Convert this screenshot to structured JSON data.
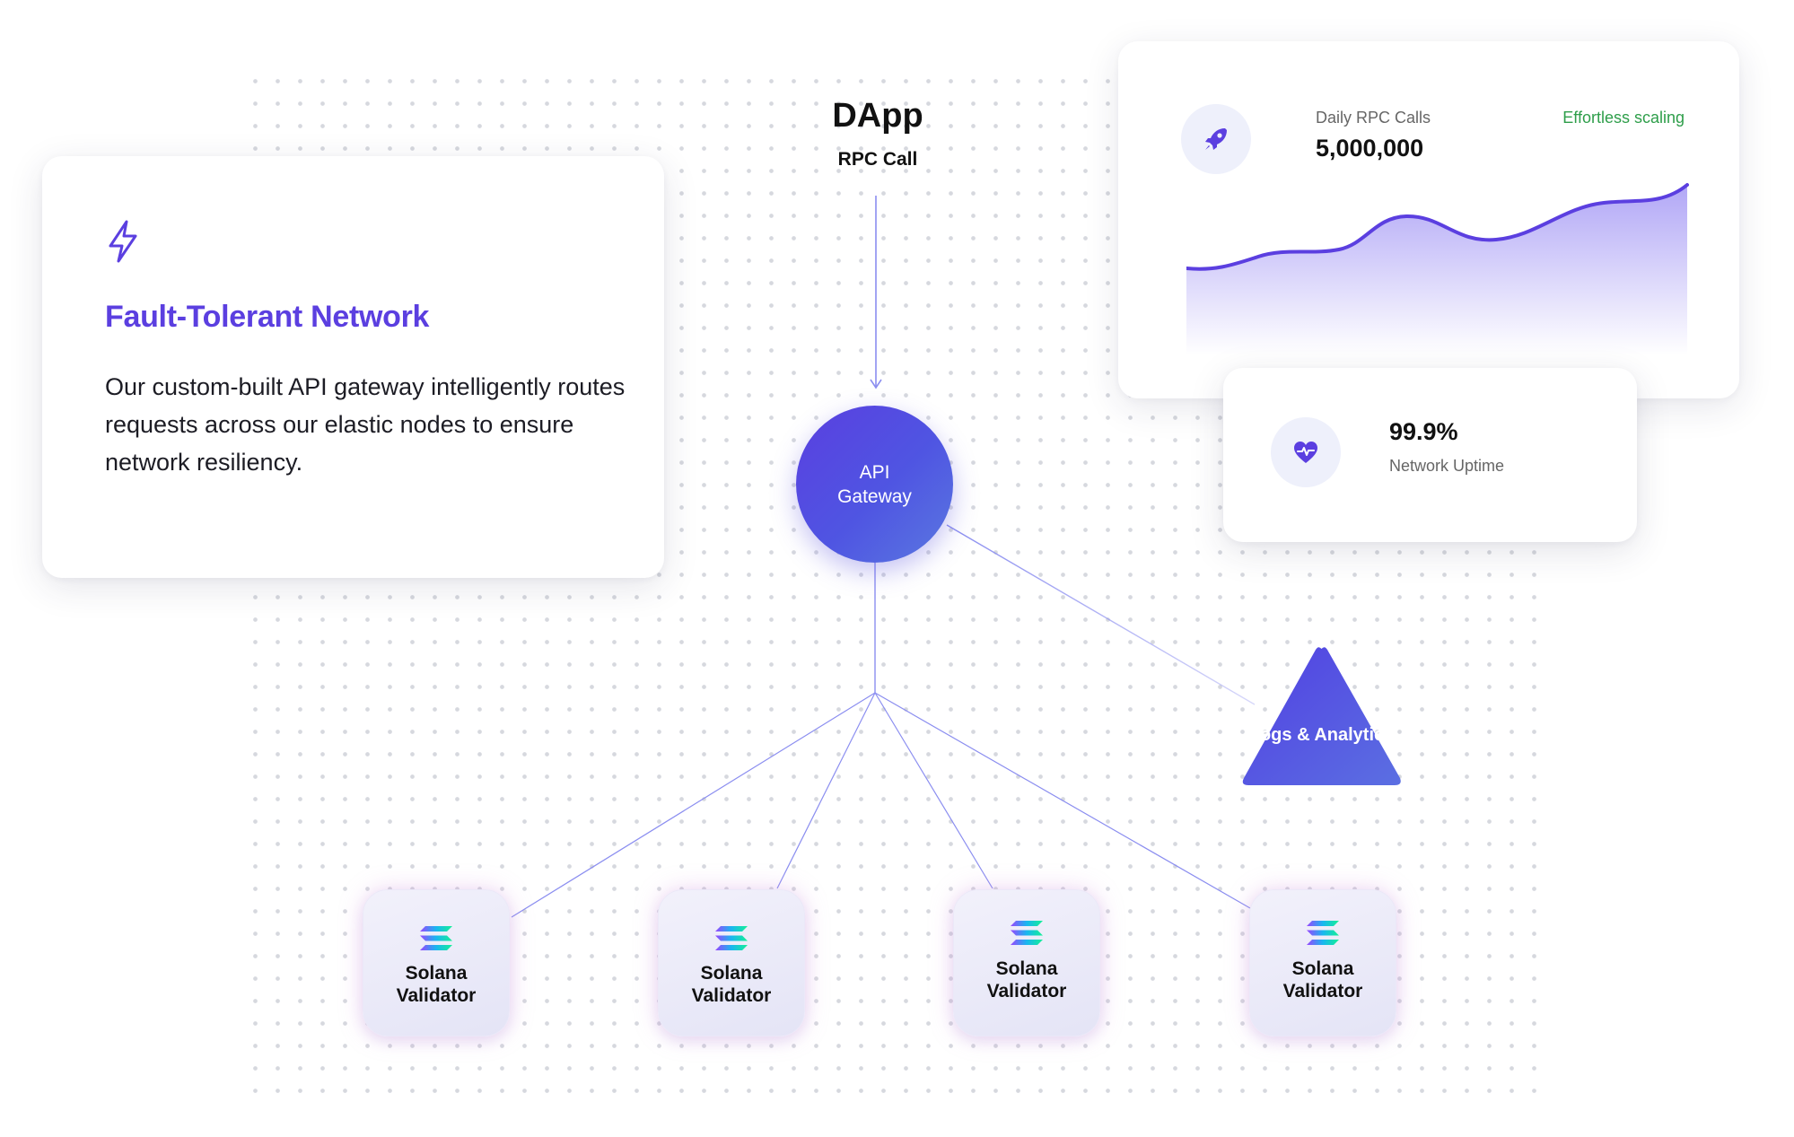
{
  "feature": {
    "title": "Fault-Tolerant Network",
    "description": "Our custom-built API gateway intelligently routes requests across our elastic nodes to ensure network resiliency.",
    "icon": "lightning-icon"
  },
  "dapp": {
    "title": "DApp",
    "subtitle": "RPC Call"
  },
  "gateway": {
    "label": "API Gateway"
  },
  "logs": {
    "label": "Logs & Analytics",
    "icon": "database-icon"
  },
  "validators": [
    {
      "label": "Solana Validator",
      "icon": "solana-icon"
    },
    {
      "label": "Solana Validator",
      "icon": "solana-icon"
    },
    {
      "label": "Solana Validator",
      "icon": "solana-icon"
    },
    {
      "label": "Solana Validator",
      "icon": "solana-icon"
    }
  ],
  "stats": {
    "label": "Daily RPC Calls",
    "value": "5,000,000",
    "tag": "Effortless scaling",
    "icon": "rocket-icon"
  },
  "uptime": {
    "value": "99.9%",
    "label": "Network Uptime",
    "icon": "heart-pulse-icon"
  },
  "colors": {
    "accent": "#5b3fe0",
    "gateway_gradient_start": "#5a3fe0",
    "gateway_gradient_end": "#5a78e0",
    "connector": "#8b8ef0",
    "success": "#2e9e4a",
    "solana_gradient": [
      "#9945ff",
      "#14f195"
    ]
  }
}
